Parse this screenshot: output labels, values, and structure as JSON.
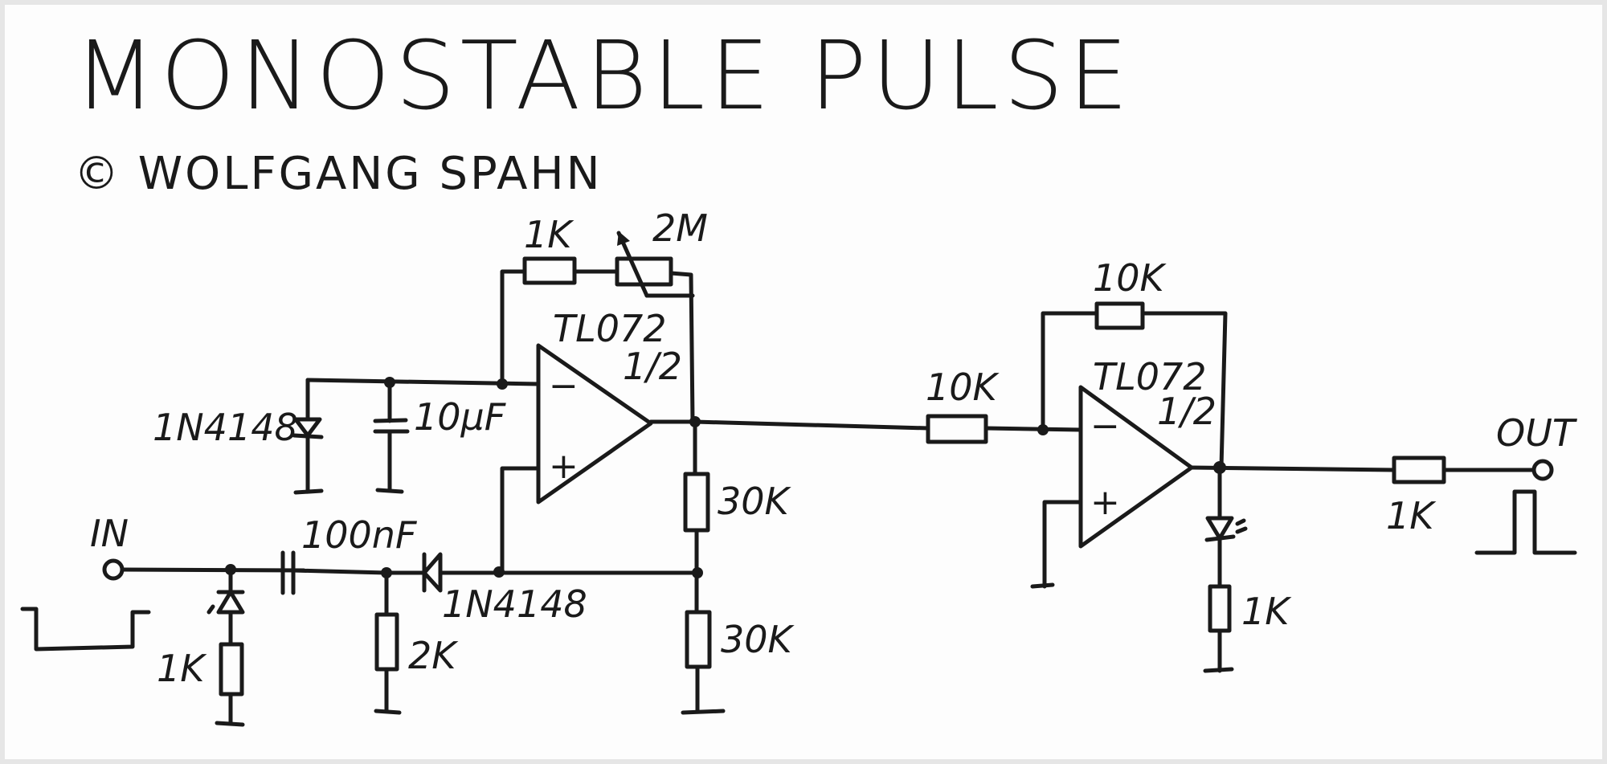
{
  "title": "MONOSTABLE PULSE",
  "author": "© WOLFGANG SPAHN",
  "stage1": {
    "opamp_label": "TL072",
    "opamp_fraction": "1/2",
    "minus_sign": "−",
    "plus_sign": "+",
    "feedback_resistor": "1K",
    "feedback_pot": "2M",
    "timing_diode": "1N4148",
    "timing_capacitor": "10µF",
    "divider_top": "30K",
    "divider_bottom": "30K"
  },
  "input": {
    "label": "IN",
    "coupling_capacitor": "100nF",
    "led_resistor": "1K",
    "pulldown_resistor": "2K",
    "trigger_diode": "1N4148"
  },
  "stage2": {
    "opamp_label": "TL072",
    "opamp_fraction": "1/2",
    "minus_sign": "−",
    "plus_sign": "+",
    "input_resistor": "10K",
    "feedback_resistor": "10K",
    "led_resistor": "1K"
  },
  "output": {
    "label": "OUT",
    "series_resistor": "1K"
  },
  "colors": {
    "ink": "#1a1a1a",
    "paper": "#fdfdfd"
  }
}
